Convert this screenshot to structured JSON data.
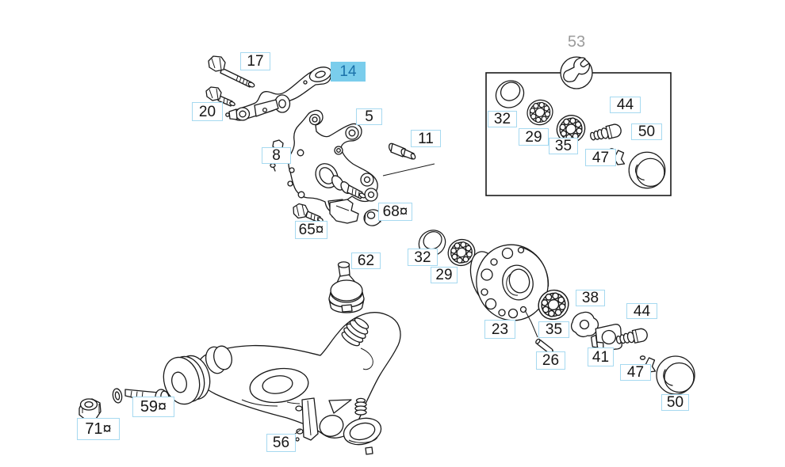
{
  "diagram": {
    "colors": {
      "background": "#ffffff",
      "line": "#1a1a1a",
      "label_border": "#a6d9f0",
      "label_bg": "#ffffff",
      "label_text": "#161616",
      "highlight_bg": "#7acdec",
      "highlight_text": "#1b72aa",
      "muted_text": "#9b9b9b"
    },
    "selected_callout": "14",
    "callouts": {
      "c17": "17",
      "c20": "20",
      "c14": "14",
      "c5": "5",
      "c8": "8",
      "c11": "11",
      "c53": "53",
      "i32": "32",
      "i29": "29",
      "i35": "35",
      "i44": "44",
      "i47": "47",
      "i50": "50",
      "c65": "65¤",
      "c68": "68¤",
      "c62": "62",
      "m32": "32",
      "m29": "29",
      "c23": "23",
      "m35": "35",
      "c38": "38",
      "c26": "26",
      "c41": "41",
      "m44": "44",
      "m47": "47",
      "m50": "50",
      "c59": "59¤",
      "c71": "71¤",
      "c56": "56"
    }
  }
}
